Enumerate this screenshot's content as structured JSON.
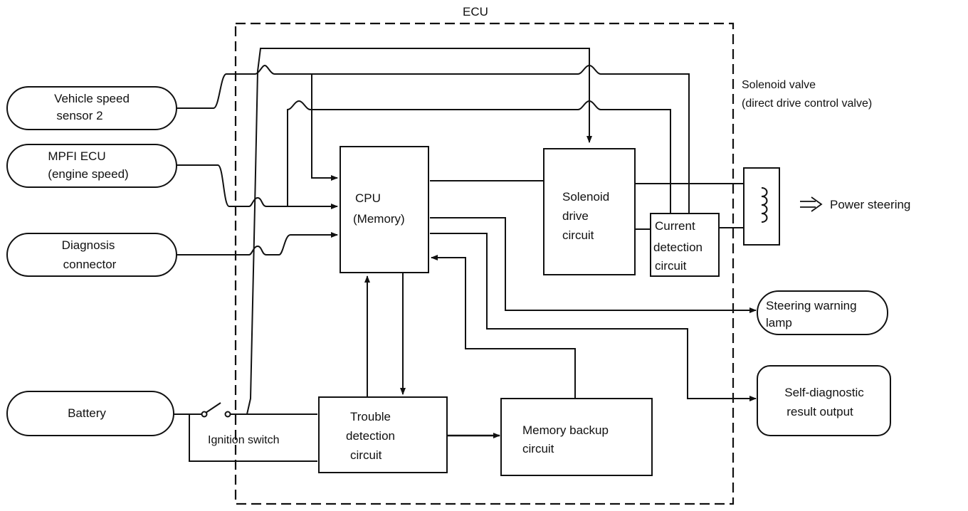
{
  "ecu_label": "ECU",
  "external": {
    "vehicle_speed_sensor": [
      "Vehicle speed",
      "sensor 2"
    ],
    "mpfi_ecu": [
      "MPFI ECU",
      "(engine speed)"
    ],
    "diagnosis_connector": [
      "Diagnosis",
      "connector"
    ],
    "battery": "Battery",
    "ignition_switch": "Ignition switch",
    "steering_warning_lamp": [
      "Steering warning",
      "lamp"
    ],
    "self_diagnostic_output": [
      "Self-diagnostic",
      "result output"
    ],
    "solenoid_valve": [
      "Solenoid valve",
      "(direct drive control valve)"
    ],
    "power_steering": "Power steering"
  },
  "blocks": {
    "cpu": [
      "CPU",
      "(Memory)"
    ],
    "solenoid_drive": [
      "Solenoid",
      "drive",
      "circuit"
    ],
    "current_detection": [
      "Current",
      "detection",
      "circuit"
    ],
    "trouble_detection": [
      "Trouble",
      "detection",
      "circuit"
    ],
    "memory_backup": [
      "Memory backup",
      "circuit"
    ]
  }
}
